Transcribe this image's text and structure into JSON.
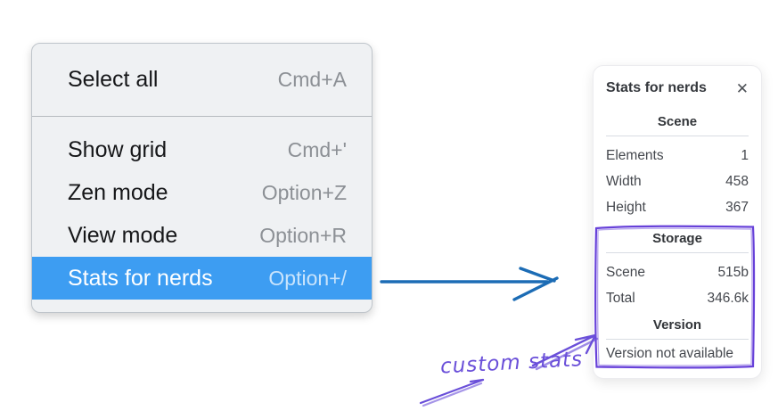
{
  "menu": {
    "groups": [
      {
        "items": [
          {
            "label": "Select all",
            "shortcut": "Cmd+A"
          }
        ]
      },
      {
        "items": [
          {
            "label": "Show grid",
            "shortcut": "Cmd+'"
          },
          {
            "label": "Zen mode",
            "shortcut": "Option+Z"
          },
          {
            "label": "View mode",
            "shortcut": "Option+R"
          },
          {
            "label": "Stats for nerds",
            "shortcut": "Option+/",
            "highlighted": true
          }
        ]
      }
    ]
  },
  "panel": {
    "title": "Stats for nerds",
    "close_glyph": "✕",
    "sections": [
      {
        "heading": "Scene",
        "rows": [
          {
            "label": "Elements",
            "value": "1"
          },
          {
            "label": "Width",
            "value": "458"
          },
          {
            "label": "Height",
            "value": "367"
          }
        ]
      },
      {
        "heading": "Storage",
        "rows": [
          {
            "label": "Scene",
            "value": "515b"
          },
          {
            "label": "Total",
            "value": "346.6k"
          }
        ]
      },
      {
        "heading": "Version",
        "rows": [],
        "note": "Version not available"
      }
    ]
  },
  "annotation": {
    "label": "custom stats"
  },
  "colors": {
    "menu_bg": "#eff1f3",
    "menu_highlight": "#3d9df2",
    "blue_arrow": "#1c6cb5",
    "purple_ink": "#6a4fd9",
    "purple_box": "#6741d9"
  }
}
